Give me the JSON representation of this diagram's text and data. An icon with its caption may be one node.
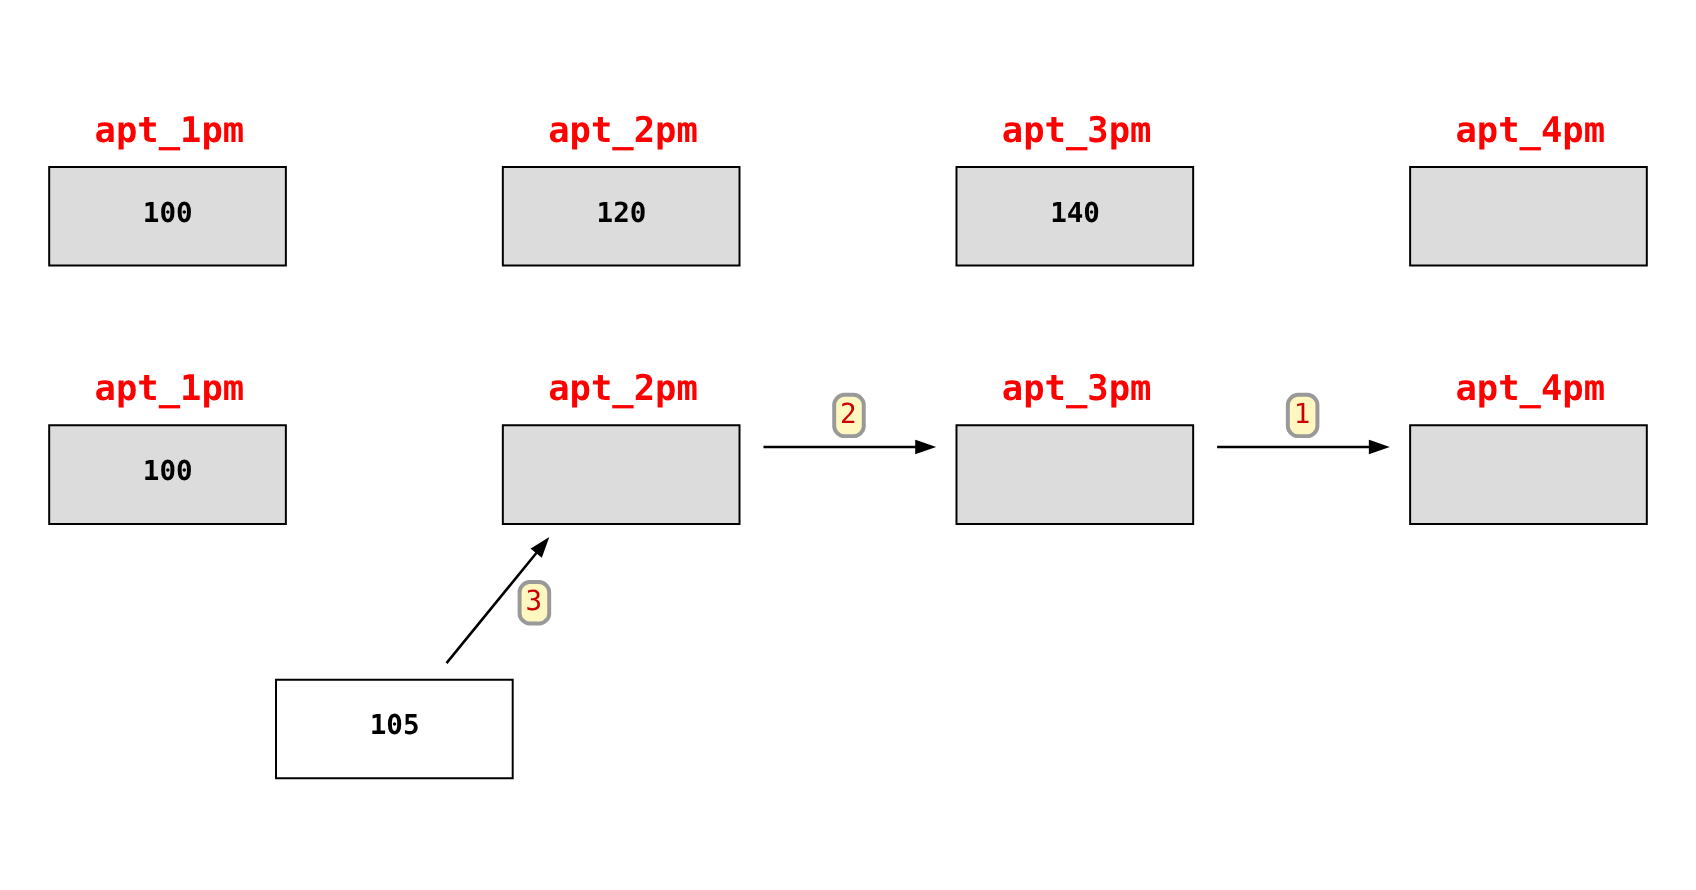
{
  "diagram": {
    "nodes": [
      {
        "text": [
          "apt_1pm",
          "100"
        ]
      },
      {
        "text": [
          "apt_2pm",
          "120"
        ]
      },
      {
        "text": [
          "apt_3pm",
          "140"
        ]
      },
      {
        "text": [
          "apt_4pm"
        ]
      },
      {
        "text": [
          "apt_1pm",
          "100"
        ]
      },
      {
        "text": [
          "apt_2pm"
        ]
      },
      {
        "text": [
          "apt_3pm"
        ]
      },
      {
        "text": [
          "apt_4pm"
        ]
      },
      {
        "text": [
          "105"
        ]
      }
    ],
    "edges": [
      {
        "from": 8,
        "to": 5,
        "arrow": "to",
        "label": "3"
      },
      {
        "from": 5,
        "to": 6,
        "arrow": "to",
        "label": "2"
      },
      {
        "from": 6,
        "to": 7,
        "arrow": "to",
        "label": "1"
      }
    ]
  }
}
